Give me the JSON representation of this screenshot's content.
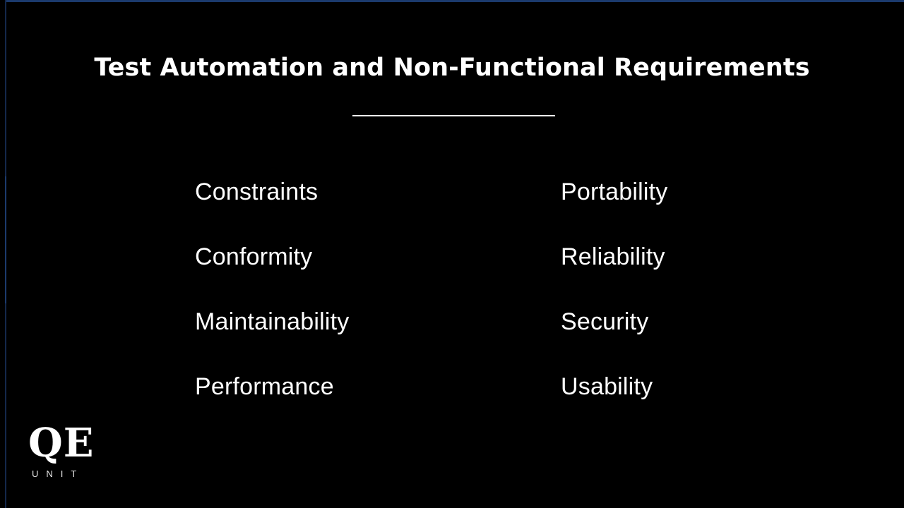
{
  "slide": {
    "background_color": "#000000",
    "accent_color": "#1b3a6d",
    "text_color": "#ffffff",
    "title": "Test Automation and Non-Functional Requirements",
    "divider_color": "#f2f2f2"
  },
  "content": {
    "columns": [
      {
        "name": "left-column",
        "items": [
          {
            "label": "Constraints"
          },
          {
            "label": "Conformity"
          },
          {
            "label": "Maintainability"
          },
          {
            "label": "Performance"
          }
        ]
      },
      {
        "name": "right-column",
        "items": [
          {
            "label": "Portability"
          },
          {
            "label": "Reliability"
          },
          {
            "label": "Security"
          },
          {
            "label": "Usability"
          }
        ]
      }
    ]
  },
  "logo": {
    "mark": "QE",
    "word": "UNIT"
  }
}
